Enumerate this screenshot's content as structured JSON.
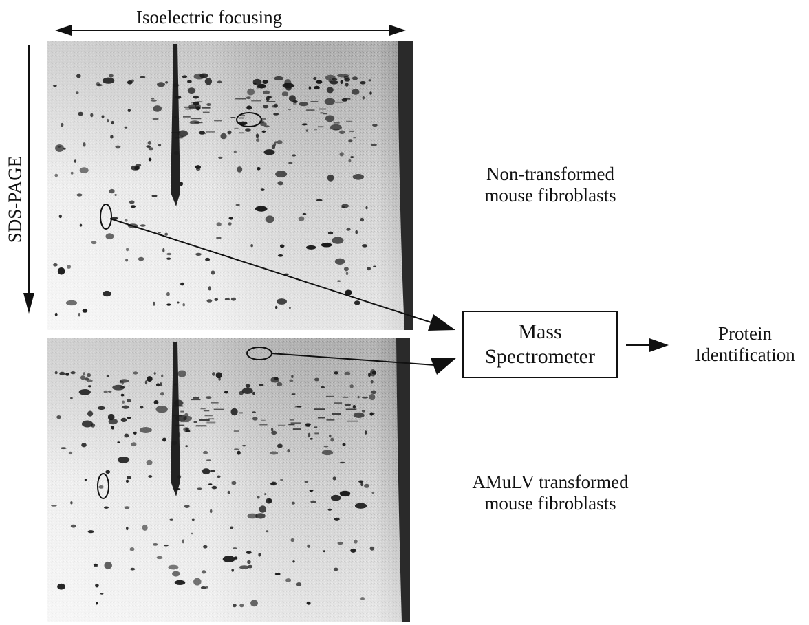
{
  "axis_labels": {
    "isoelectric": "Isoelectric focusing",
    "sds": "SDS-PAGE"
  },
  "gels": [
    {
      "label_line1": "Non-transformed",
      "label_line2": "mouse fibroblasts"
    },
    {
      "label_line1": "AMuLV transformed",
      "label_line2": "mouse fibroblasts"
    }
  ],
  "mass_spec": {
    "line1": "Mass",
    "line2": "Spectrometer"
  },
  "output": {
    "line1": "Protein",
    "line2": "Identification"
  },
  "colors": {
    "ink": "#111111",
    "gel_background": "#d9d9d9",
    "spot": "#1a1a1a"
  }
}
